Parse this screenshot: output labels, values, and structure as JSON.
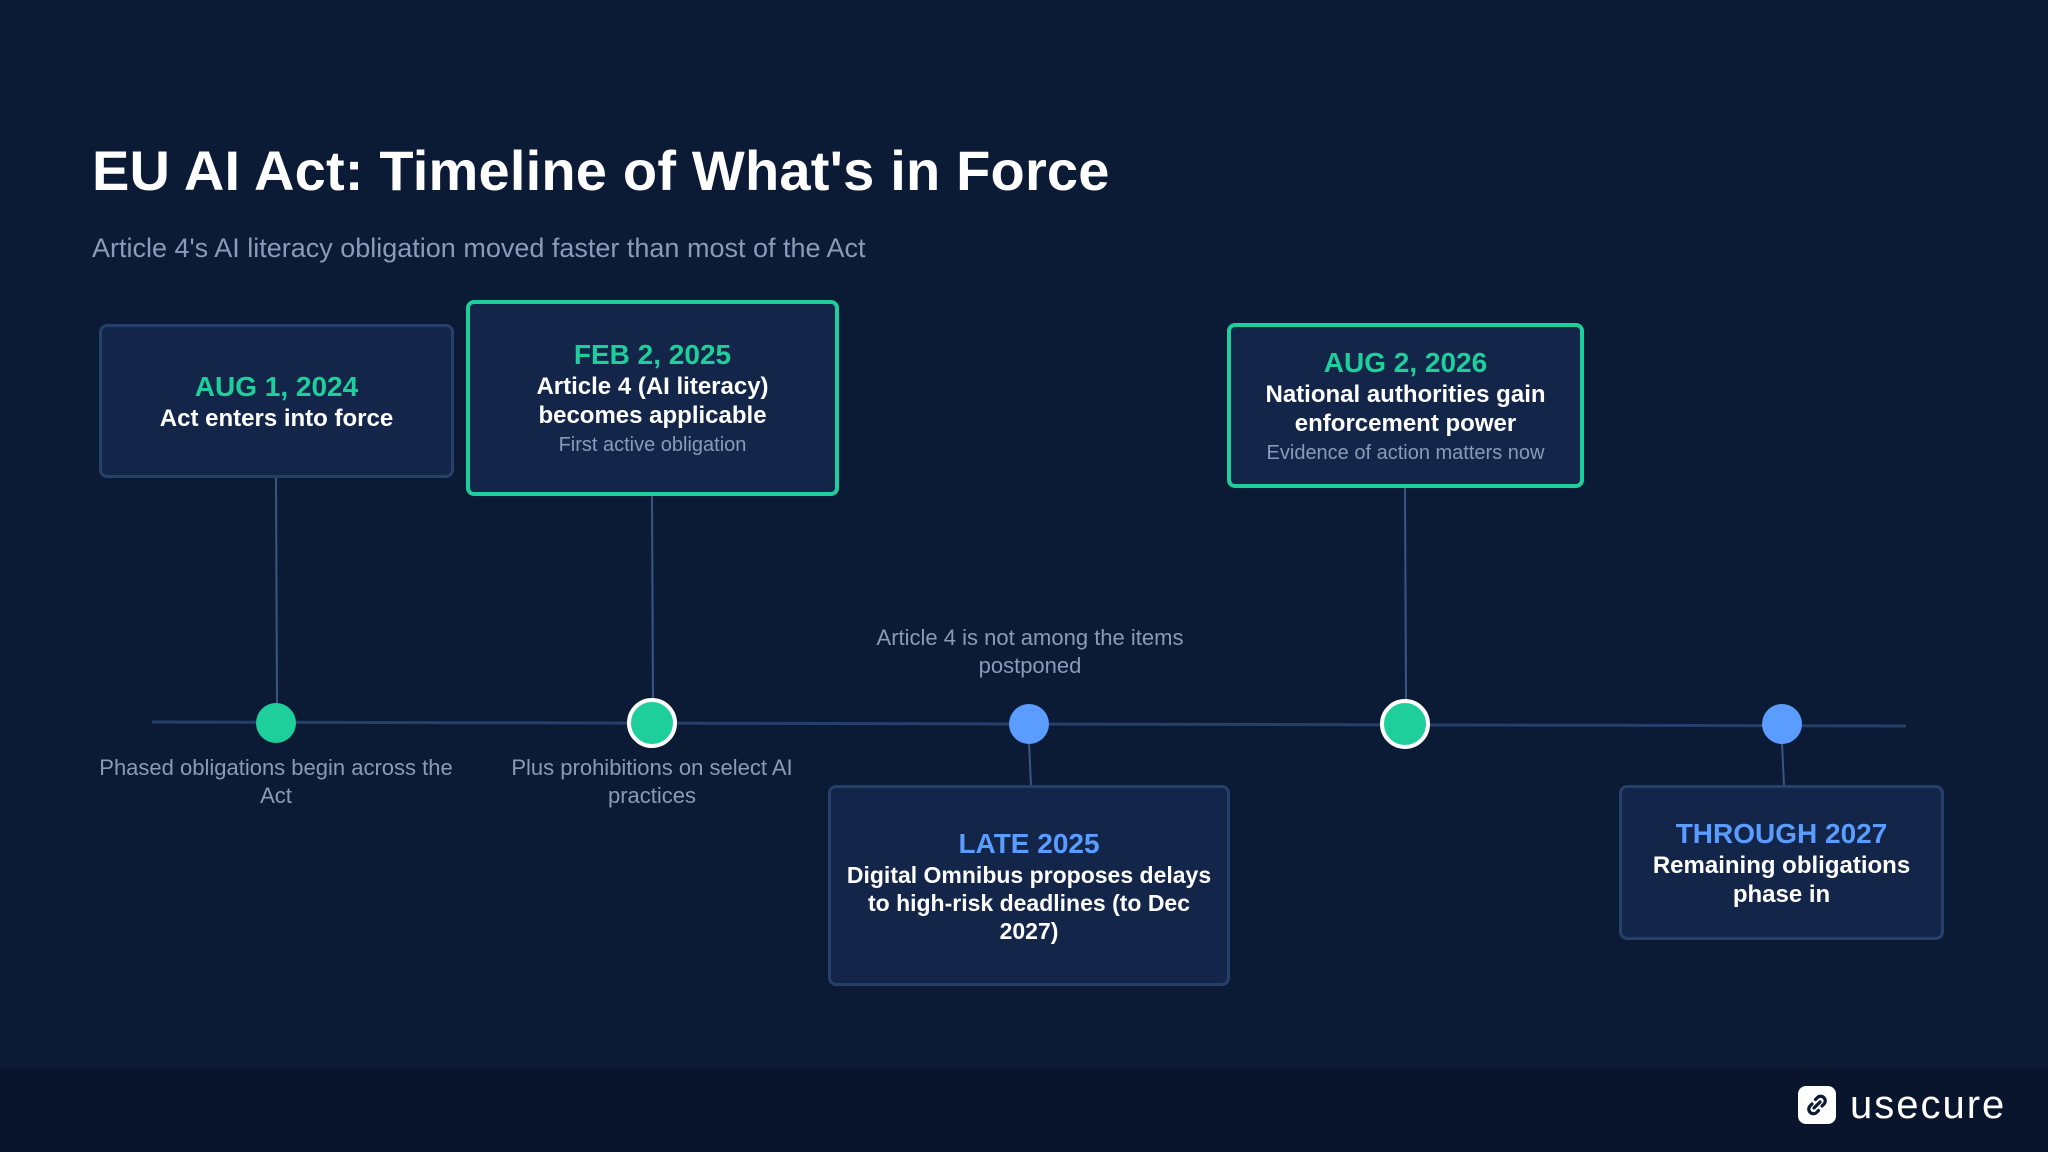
{
  "header": {
    "title": "EU AI Act: Timeline of What's in Force",
    "subtitle": "Article 4's AI literacy obligation moved faster than most of the Act"
  },
  "timeline": {
    "events": [
      {
        "date": "AUG 1, 2024",
        "headline": "Act enters into force",
        "note": "",
        "caption": "Phased obligations begin across the Act",
        "highlight": false,
        "dot_color": "#1fcf9b"
      },
      {
        "date": "FEB 2, 2025",
        "headline": "Article 4 (AI literacy) becomes applicable",
        "note": "First active obligation",
        "caption": "Plus prohibitions on select AI practices",
        "highlight": true,
        "dot_color": "#1fcf9b"
      },
      {
        "date": "LATE 2025",
        "headline": "Digital Omnibus proposes delays to high-risk deadlines (to Dec 2027)",
        "note": "",
        "caption": "Article 4 is not among the items postponed",
        "highlight": false,
        "dot_color": "#5a9cff"
      },
      {
        "date": "AUG 2, 2026",
        "headline": "National authorities gain enforcement power",
        "note": "Evidence of action matters now",
        "caption": "",
        "highlight": true,
        "dot_color": "#1fcf9b"
      },
      {
        "date": "THROUGH 2027",
        "headline": "Remaining obligations phase in",
        "note": "",
        "caption": "",
        "highlight": false,
        "dot_color": "#5a9cff"
      }
    ]
  },
  "colors": {
    "background": "#0b1a35",
    "card": "#13264a",
    "accent_green": "#1fcf9b",
    "accent_blue": "#5a9cff",
    "muted_text": "#8a9bb8"
  },
  "brand": {
    "logo_text": "usecure",
    "logo_icon": "link-icon"
  }
}
